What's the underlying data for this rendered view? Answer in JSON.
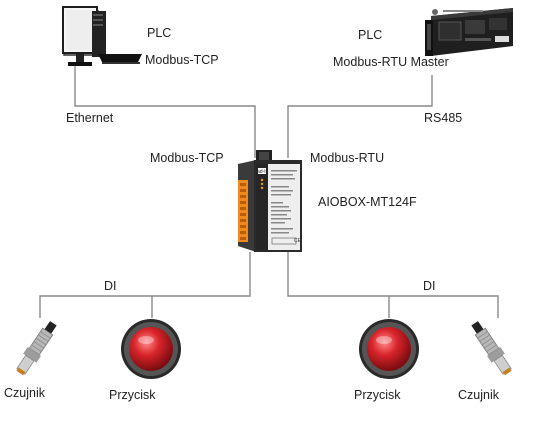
{
  "labels": {
    "plc_left": "PLC",
    "modbus_tcp_top": "Modbus-TCP",
    "plc_right": "PLC",
    "modbus_rtu_master": "Modbus-RTU Master",
    "ethernet": "Ethernet",
    "rs485": "RS485",
    "modbus_tcp_mid": "Modbus-TCP",
    "modbus_rtu_mid": "Modbus-RTU",
    "aiobox": "AIOBOX-MT124F",
    "di_left": "DI",
    "di_right": "DI",
    "czujnik_left": "Czujnik",
    "przycisk_left": "Przycisk",
    "przycisk_right": "Przycisk",
    "czujnik_right": "Czujnik"
  },
  "device_badge": "ad-t",
  "colors": {
    "line": "#8a8a8a",
    "button_red": "#d8242a",
    "terminal_orange": "#f08a1c",
    "device_dark": "#2b2b2b"
  },
  "icons": [
    "computer-icon",
    "rtu-master-icon",
    "aiobox-device-icon",
    "sensor-icon",
    "push-button-icon"
  ]
}
